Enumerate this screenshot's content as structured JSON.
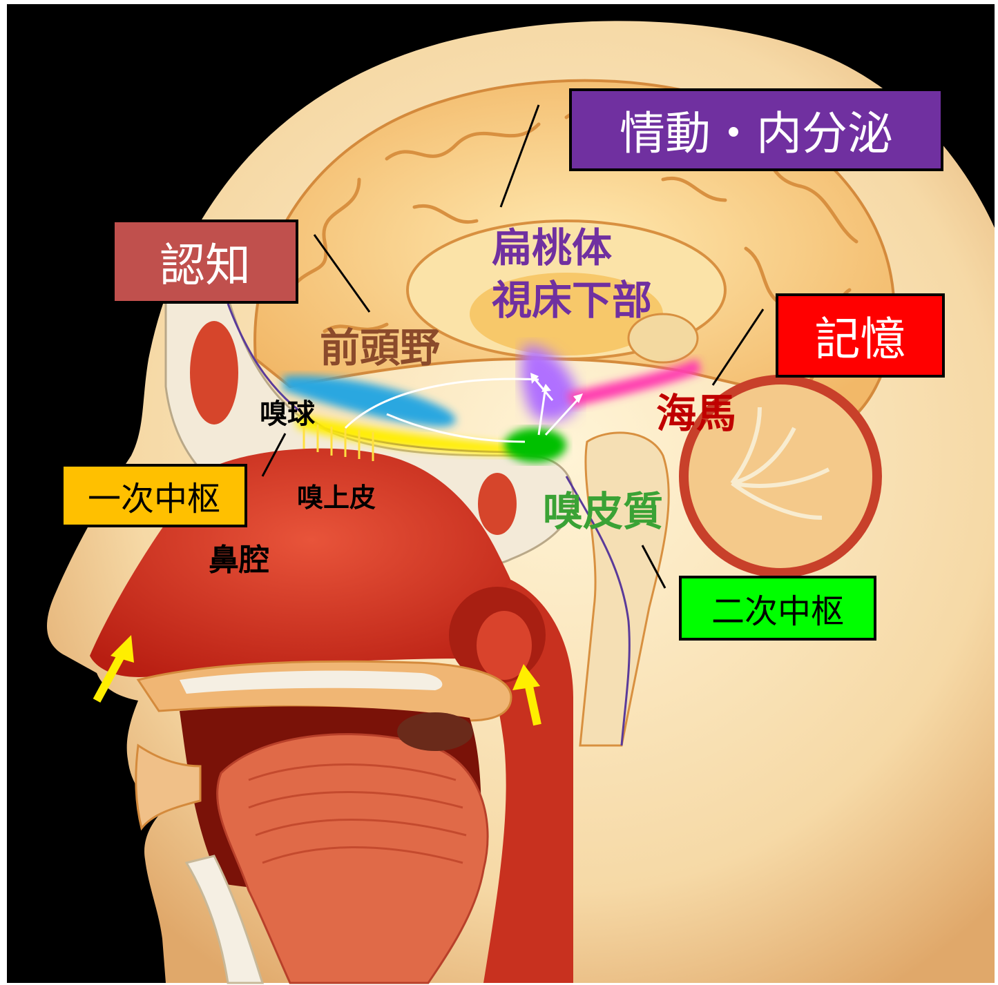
{
  "category_boxes": {
    "emotion_endocrine": {
      "text": "情動・内分泌",
      "color": "#7030a0"
    },
    "cognition": {
      "text": "認知",
      "color": "#c0504d"
    },
    "memory": {
      "text": "記憶",
      "color": "#ff0000"
    },
    "primary_center": {
      "text": "一次中枢",
      "color": "#ffc000"
    },
    "secondary_center": {
      "text": "二次中枢",
      "color": "#00ff00"
    }
  },
  "anatomy_labels": {
    "amygdala": {
      "text": "扁桃体",
      "color": "#7030a0"
    },
    "hypothalamus": {
      "text": "視床下部",
      "color": "#7030a0"
    },
    "prefrontal": {
      "text": "前頭野",
      "color": "#8b4a2b"
    },
    "hippocampus": {
      "text": "海馬",
      "color": "#c00000"
    },
    "olfactory_bulb": {
      "text": "嗅球",
      "color": "#000000"
    },
    "olfactory_epithelium": {
      "text": "嗅上皮",
      "color": "#000000"
    },
    "olfactory_cortex": {
      "text": "嗅皮質",
      "color": "#3aa235"
    },
    "nasal_cavity": {
      "text": "鼻腔",
      "color": "#000000"
    }
  },
  "highlight_colors": {
    "olfactory_bulb": "#ffee00",
    "prefrontal": "#2aa7e0",
    "olfactory_cortex": "#00c000",
    "amygdala_hypothalamus": "#b070ff",
    "hippocampus": "#ff3db0",
    "airflow_arrows": "#ffee00"
  }
}
